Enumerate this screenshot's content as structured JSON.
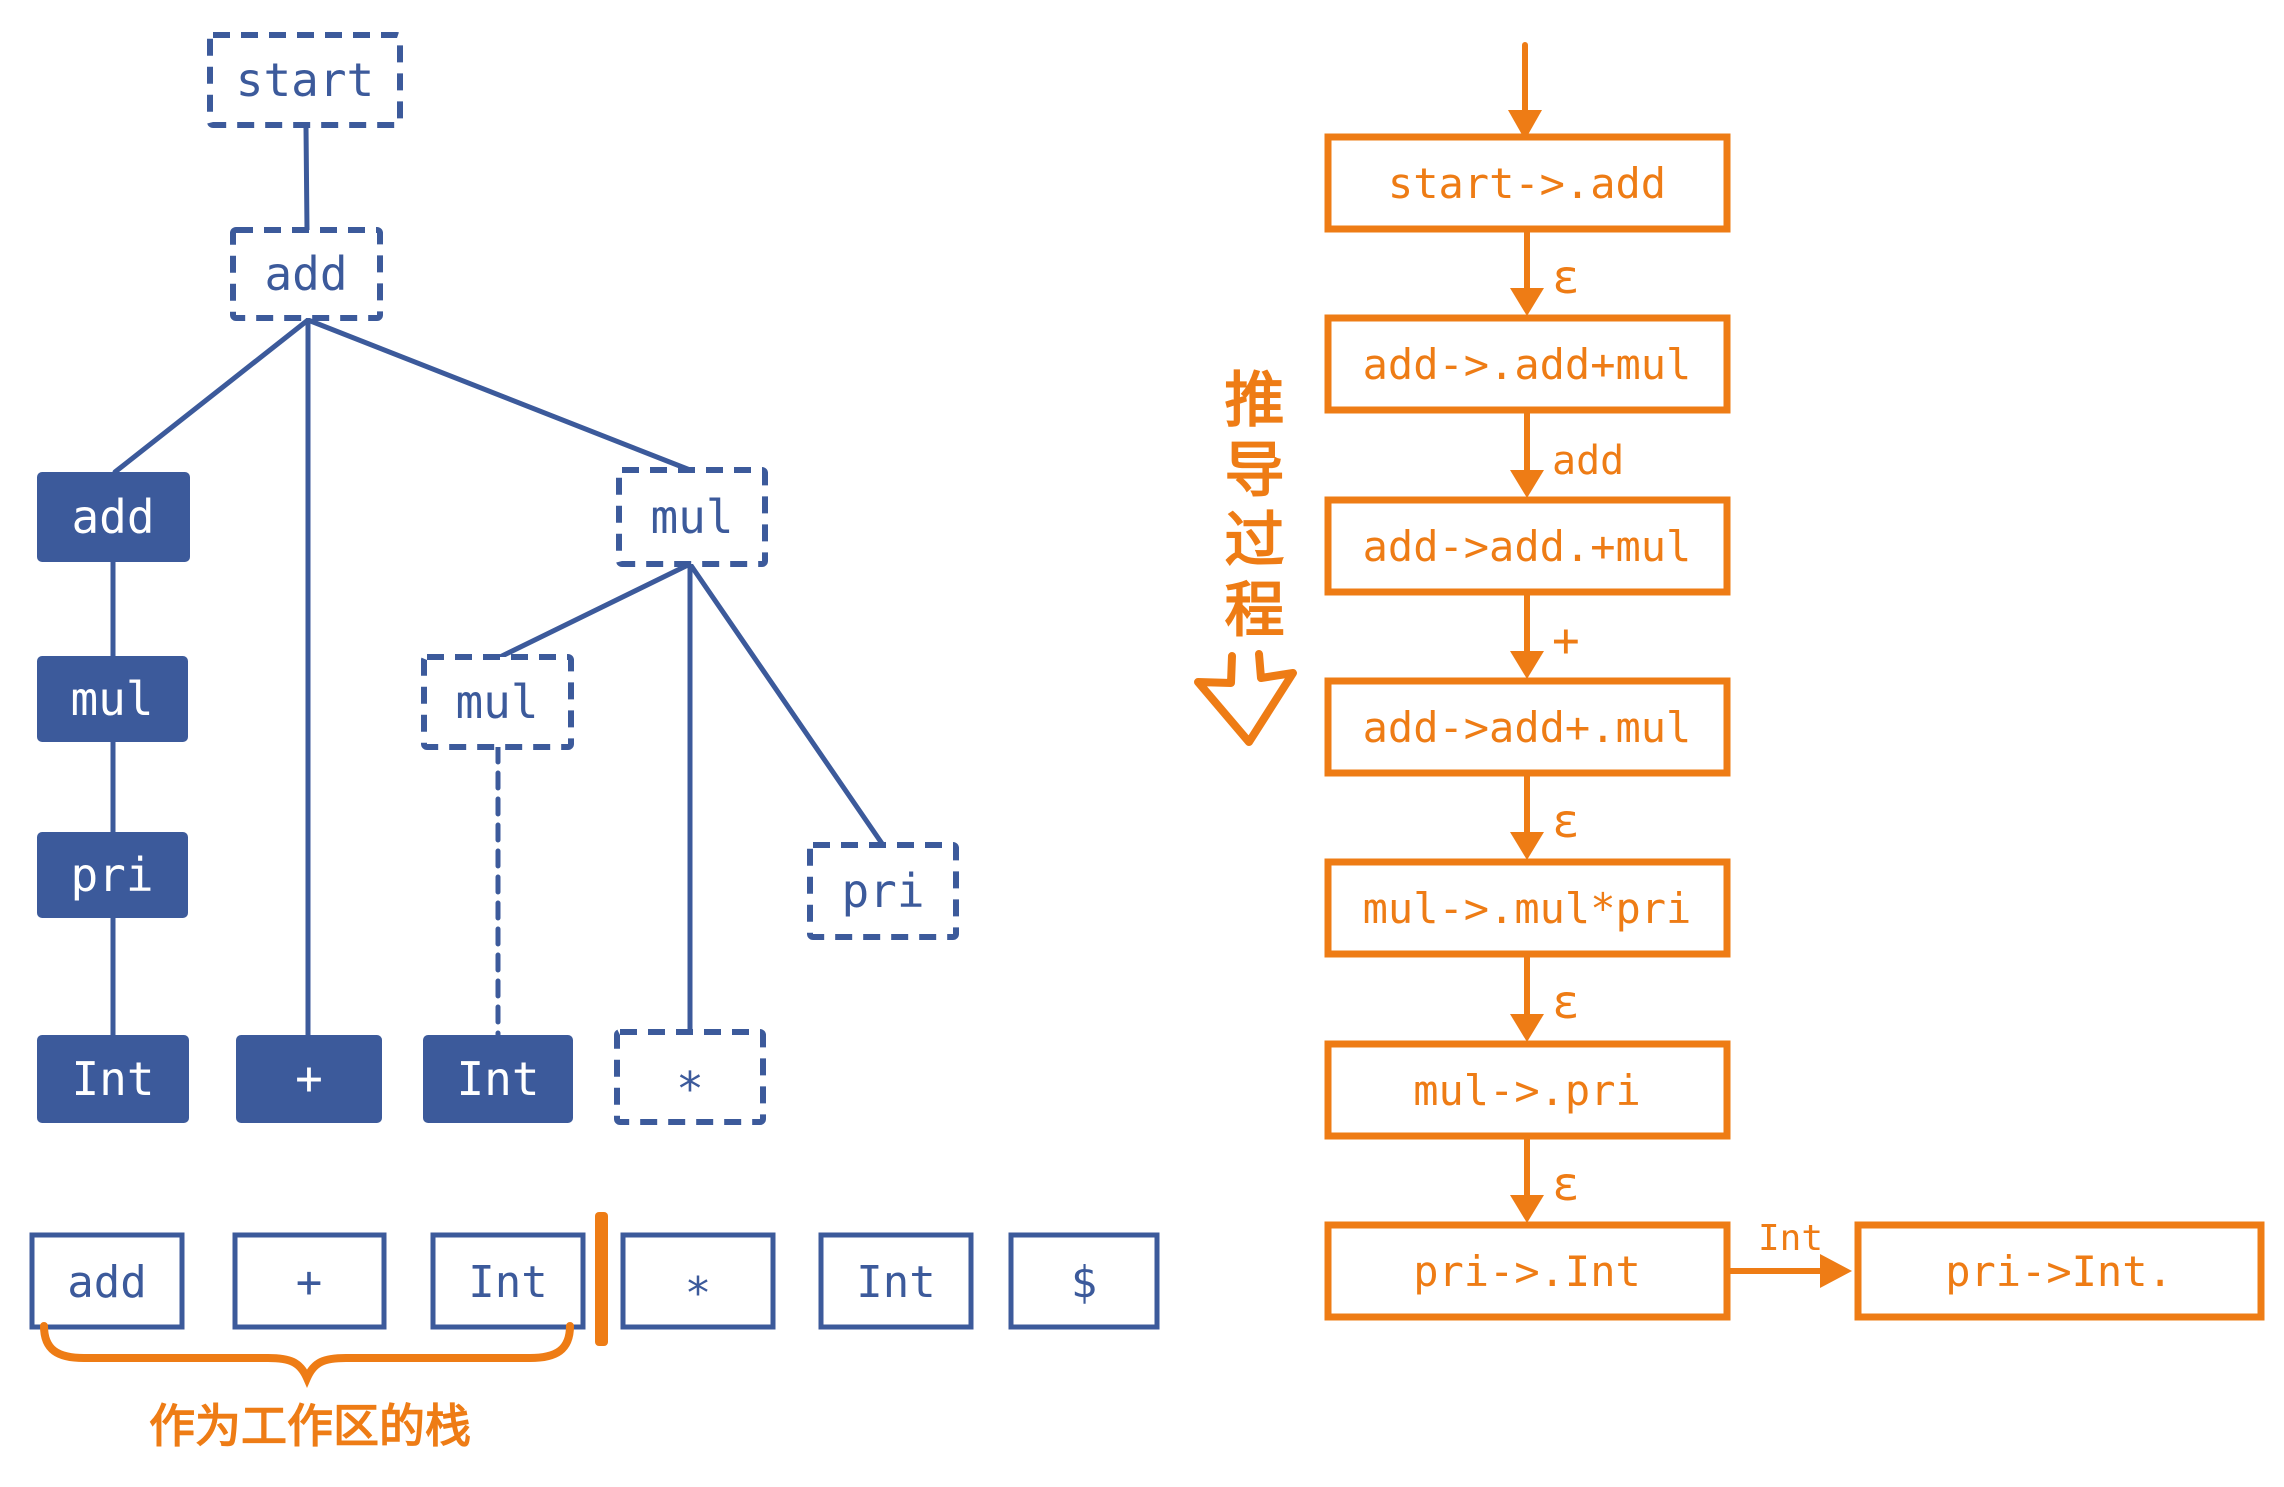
{
  "colors": {
    "tree_blue": "#3c5a9b",
    "flow_orange": "#ee7c15",
    "background": "#ffffff"
  },
  "parse_tree": {
    "nodes": {
      "start": "start",
      "add_root": "add",
      "add_child": "add",
      "mul_right": "mul",
      "mul_left": "mul",
      "mul_mid": "mul",
      "pri_left": "pri",
      "pri_right": "pri",
      "int_left": "Int",
      "plus": "+",
      "int_mid": "Int",
      "star": "*"
    }
  },
  "stack": {
    "cells": [
      "add",
      "+",
      "Int",
      "*",
      "Int",
      "$"
    ],
    "caption": "作为工作区的栈"
  },
  "derivation": {
    "vertical_label": "推导过程",
    "steps": [
      "start->.add",
      "add->.add+mul",
      "add->add.+mul",
      "add->add+.mul",
      "mul->.mul*pri",
      "mul->.pri",
      "pri->.Int"
    ],
    "edge_labels": [
      "ε",
      "add",
      "+",
      "ε",
      "ε",
      "ε"
    ],
    "side_step": "pri->Int.",
    "side_edge_label": "Int"
  }
}
